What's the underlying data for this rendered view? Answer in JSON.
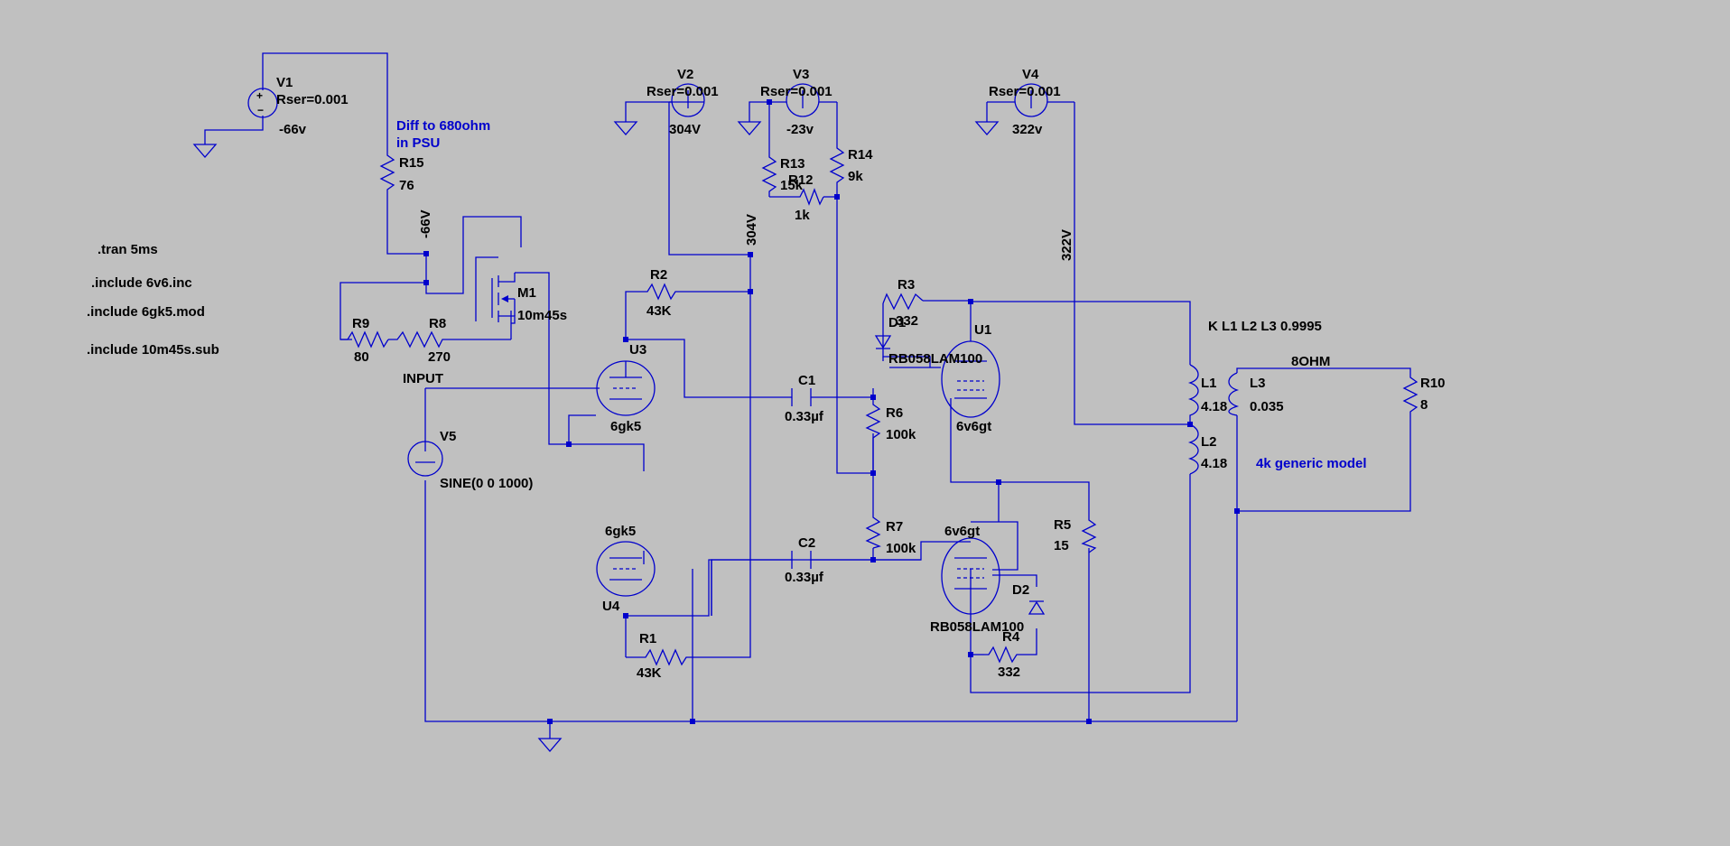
{
  "directives": {
    "tran": ".tran 5ms",
    "inc1": ".include 6v6.inc",
    "inc2": ".include 6gk5.mod",
    "inc3": ".include 10m45s.sub",
    "coupling": "K L1 L2 L3 0.9995"
  },
  "comments": {
    "diff1": "Diff to 680ohm",
    "diff2": "in PSU",
    "generic": "4k generic model"
  },
  "sources": {
    "v1": {
      "name": "V1",
      "rser": "Rser=0.001",
      "value": "-66v"
    },
    "v2": {
      "name": "V2",
      "rser": "Rser=0.001",
      "value": "304V"
    },
    "v3": {
      "name": "V3",
      "rser": "Rser=0.001",
      "value": "-23v"
    },
    "v4": {
      "name": "V4",
      "rser": "Rser=0.001",
      "value": "322v"
    },
    "v5": {
      "name": "V5",
      "value": "SINE(0 0 1000)"
    }
  },
  "resistors": {
    "r1": {
      "name": "R1",
      "value": "43K"
    },
    "r2": {
      "name": "R2",
      "value": "43K"
    },
    "r3": {
      "name": "R3",
      "value": "332"
    },
    "r4": {
      "name": "R4",
      "value": "332"
    },
    "r5": {
      "name": "R5",
      "value": "15"
    },
    "r6": {
      "name": "R6",
      "value": "100k"
    },
    "r7": {
      "name": "R7",
      "value": "100k"
    },
    "r8": {
      "name": "R8",
      "value": "270"
    },
    "r9": {
      "name": "R9",
      "value": "80"
    },
    "r10": {
      "name": "R10",
      "value": "8"
    },
    "r12": {
      "name": "R12",
      "value": "1k"
    },
    "r13": {
      "name": "R13",
      "value": "15k"
    },
    "r14": {
      "name": "R14",
      "value": "9k"
    },
    "r15": {
      "name": "R15",
      "value": "76"
    }
  },
  "capacitors": {
    "c1": {
      "name": "C1",
      "value": "0.33µf"
    },
    "c2": {
      "name": "C2",
      "value": "0.33µf"
    }
  },
  "inductors": {
    "l1": {
      "name": "L1",
      "value": "4.18"
    },
    "l2": {
      "name": "L2",
      "value": "4.18"
    },
    "l3": {
      "name": "L3",
      "value": "0.035"
    }
  },
  "tubes": {
    "u1": {
      "name": "U1",
      "model": "6v6gt"
    },
    "u2": {
      "model": "6v6gt"
    },
    "u3": {
      "name": "U3",
      "model": "6gk5"
    },
    "u4": {
      "name": "U4",
      "model": "6gk5"
    }
  },
  "diodes": {
    "d1": {
      "name": "D1",
      "model": "RB058LAM100"
    },
    "d2": {
      "name": "D2",
      "model": "RB058LAM100"
    }
  },
  "mosfet": {
    "name": "M1",
    "model": "10m45s"
  },
  "nets": {
    "n66": "-66V",
    "n304": "304V",
    "n322": "322V",
    "input": "INPUT",
    "ohm8": "8OHM"
  }
}
